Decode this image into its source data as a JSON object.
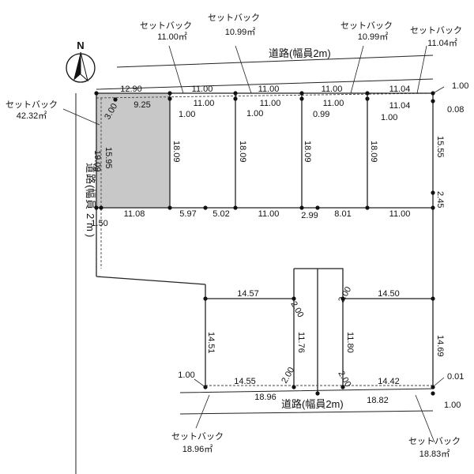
{
  "north": {
    "label": "N"
  },
  "roads": {
    "top": "道路(幅員2m)",
    "left_chars": [
      "道",
      "路",
      "(",
      "幅",
      "員",
      "2",
      "m",
      ")"
    ],
    "bottom": "道路(幅員2m)"
  },
  "setbacks": [
    {
      "id": "left",
      "title": "セットバック",
      "area": "42.32㎡"
    },
    {
      "id": "top1",
      "title": "セットバック",
      "area": "11.00㎡"
    },
    {
      "id": "top2",
      "title": "セットバック",
      "area": "10.99㎡"
    },
    {
      "id": "top3",
      "title": "セットバック",
      "area": "10.99㎡"
    },
    {
      "id": "top4",
      "title": "セットバック",
      "area": "11.04㎡"
    },
    {
      "id": "bottom-left",
      "title": "セットバック",
      "area": "18.96㎡"
    },
    {
      "id": "bottom-right",
      "title": "セットバック",
      "area": "18.83㎡"
    }
  ],
  "dimensions": [
    "12.90",
    "11.00",
    "11.00",
    "11.00",
    "11.04",
    "1.00",
    "9.25",
    "11.00",
    "11.00",
    "11.00",
    "11.04",
    "3.00",
    "1.00",
    "1.00",
    "0.99",
    "1.00",
    "0.08",
    "19.09",
    "15.95",
    "18.09",
    "18.09",
    "18.09",
    "18.09",
    "15.55",
    "2.45",
    "11.08",
    "1.50",
    "5.97",
    "5.02",
    "11.00",
    "2.99",
    "8.01",
    "11.00",
    "14.57",
    "2.00",
    "2.00",
    "14.50",
    "14.51",
    "11.76",
    "11.80",
    "14.69",
    "2.00",
    "2.00",
    "1.00",
    "14.55",
    "14.42",
    "0.01",
    "18.96",
    "18.82",
    "1.00"
  ]
}
